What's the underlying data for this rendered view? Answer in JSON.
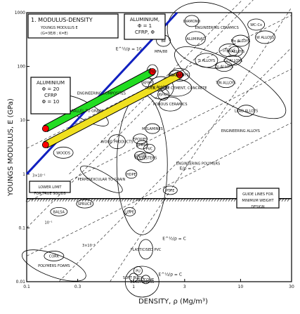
{
  "chart_data": {
    "type": "scatter",
    "title": "1. MODULUS-DENSITY",
    "subtitle": "YOUNGS MODULUS  E",
    "subtitle2": "(G=3E/8 ; K=E)",
    "ref": "MFA/88",
    "xlabel": "DENSITY, ρ    (Mg/m³)",
    "ylabel": "YOUNGS MODULUS, E     (GPa)",
    "x_scale": "log",
    "y_scale": "log",
    "xlim": [
      0.1,
      30
    ],
    "ylim": [
      0.01,
      1000
    ],
    "x_ticks": [
      "0.1",
      "0.3",
      "1",
      "3",
      "10",
      "30"
    ],
    "y_ticks": [
      "0.01",
      "0.1",
      "1",
      "10",
      "100",
      "1000"
    ],
    "box_aluminium_cfrp": {
      "line1": "ALUMINIUM,",
      "line2": "Φ = 1",
      "line3": "CFRP, Φ"
    },
    "box_aluminium_left": {
      "line1": "ALUMINIUM",
      "line2": "Φ = 20",
      "line3": "CFRP",
      "line4": "Φ = 10"
    },
    "box_lower_limit": {
      "line1": "LOWER LIMIT",
      "line2": "FOR TRUE SOLIDS"
    },
    "box_guide": {
      "line1": "GUIDE LINES FOR",
      "line2": "MINIMUM WEIGHT",
      "line3": "DESIGN"
    },
    "guide_labels": {
      "e_half_over_rho": "E^½/ρ = 10",
      "e_over_rho": "E/ρ = C",
      "e_half_over_rho_c": "E^½/ρ = C",
      "e_third_over_rho": "E^⅓/ρ = C",
      "val_3e_minus_1": "3×10⁻¹",
      "val_1e_minus_1": "10⁻¹",
      "val_3e_minus_2": "3×10⁻²"
    },
    "regions": {
      "diamond": "DIAMOND",
      "eng_ceramics": "ENGINEERING CERAMICS",
      "wc_co": "WC-Co",
      "be": "Be",
      "alumina": "ALUMINAS",
      "ti_alloys": "Ti ALLOYS",
      "steels": "STEELS",
      "ni_alloys": "Ni ALLOYS",
      "w_alloys": "W ALLOYS",
      "mo_alloys": "Mo ALLOYS",
      "zn_alloys": "Zn ALLOYS",
      "cu_alloys": "Cu ALLOYS",
      "tin_alloys": "TIN ALLOYS",
      "lead_alloys": "LEAD ALLOYS",
      "al_alloys": "Al ALLOYS",
      "glasses": "GLASSES",
      "rock_stone": "ROCK, STONE CEMENT, CONCRETE",
      "porous_ceramics": "POROUS CERAMICS",
      "eng_composites": "ENGINEERING COMPOSITES",
      "cfrp": "CFRP",
      "gfrp": "GFRP",
      "kfrp": "KFRP",
      "mg_alloys": "Mg ALLOYS",
      "eng_alloys": "ENGINEERING ALLOYS",
      "woods_parallel": "PARALLEL TO GRAIN",
      "woods": "WOODS",
      "wood_products": "WOOD PRODUCTS",
      "perp_grain": "PERPENDICULAR TO GRAIN",
      "balsa": "BALSA",
      "spruce": "SPRUCE",
      "cork": "CORK",
      "eng_polymers": "ENGINEERING POLYMERS",
      "epoxies": "EPOXIES",
      "melamines": "MELAMINES",
      "polyesters": "POLYESTERS",
      "pmma": "PMMA",
      "pvc": "PVC",
      "nylon": "NYLON",
      "hdpe": "HDPE",
      "ptfe": "PTFE",
      "ldpe": "LDPE",
      "plasticised_pvc": "PLASTICISED PVC",
      "elastomers": "ELASTOMERS",
      "polymers_foams": "POLYMERS FOAMS",
      "pu": "PU",
      "silicone": "SILICONE",
      "soft_butyl": "SOFT BUTYL"
    },
    "series": [
      {
        "name": "ALUMINIUM",
        "color": "#ff0000",
        "points": [
          {
            "x": 2.7,
            "y": 70
          },
          {
            "x": 0.15,
            "y": 3.5
          }
        ]
      },
      {
        "name": "CFRP",
        "color": "#ff0000",
        "points": [
          {
            "x": 1.5,
            "y": 80
          },
          {
            "x": 0.15,
            "y": 7
          }
        ]
      }
    ],
    "bars": [
      {
        "name": "green",
        "color": "#22dd22",
        "from": [
          0.15,
          7
        ],
        "to": [
          1.5,
          80
        ]
      },
      {
        "name": "yellow",
        "color": "#f0e020",
        "from": [
          0.15,
          3.5
        ],
        "to": [
          2.7,
          70
        ]
      }
    ],
    "blue_line": {
      "color": "#1020c0",
      "from": [
        0.1,
        1.0
      ],
      "to": [
        2.55,
        1000
      ]
    }
  }
}
